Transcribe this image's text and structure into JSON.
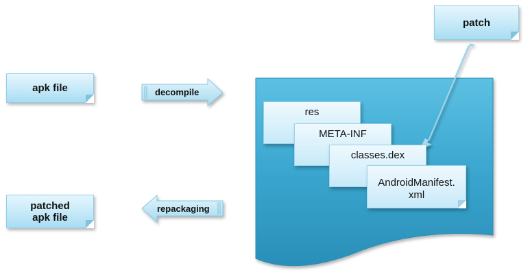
{
  "apk_box": "apk file",
  "patched_box": {
    "line1": "patched",
    "line2": "apk file"
  },
  "patch_box": "patch",
  "decompile_label": "decompile",
  "repackaging_label": "repackaging",
  "package_files": [
    "res",
    "META-INF",
    "classes.dex",
    "AndroidManifest.",
    "xml"
  ],
  "colors": {
    "container": "#3aa6cf",
    "box_light": "#e6f6fd",
    "arrow": "#bfe6f6"
  }
}
